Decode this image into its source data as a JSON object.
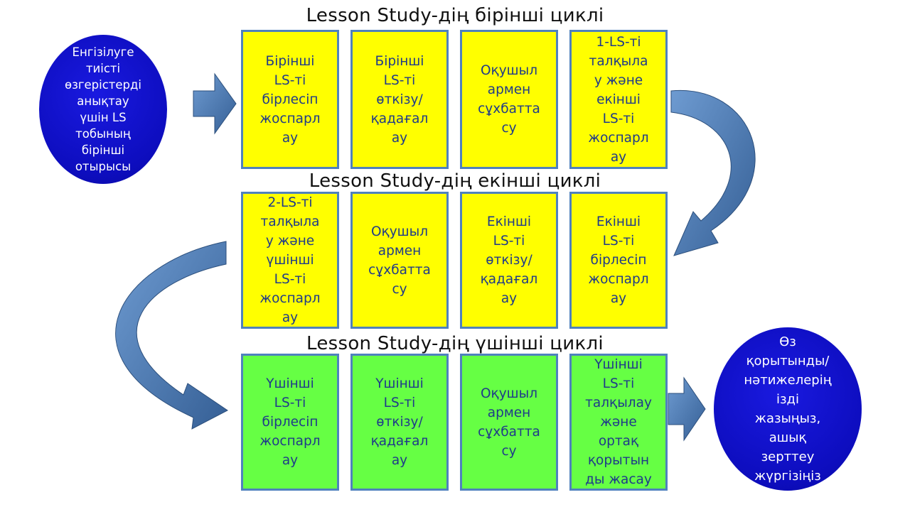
{
  "cycles": [
    {
      "title": "Lesson Study-дің бірінші циклі",
      "boxes": [
        "Бірінші\nLS-ті\nбірлесіп\nжоспарл\nау",
        "Бірінші\nLS-ті\nөткізу/\nқадағал\nау",
        "Оқушыл\nармен\nсұхбатта\nсу",
        "1-LS-ті\nталқыла\nу және\nекінші\nLS-ті\nжоспарл\nау"
      ]
    },
    {
      "title": "Lesson Study-дің екінші циклі",
      "boxes": [
        "2-LS-ті\nталқыла\nу және\nүшінші\nLS-ті\nжоспарл\nау",
        "Оқушыл\nармен\nсұхбатта\nсу",
        "Екінші\nLS-ті\nөткізу/\nқадағал\nау",
        "Екінші\nLS-ті\nбірлесіп\nжоспарл\nау"
      ]
    },
    {
      "title": "Lesson Study-дің үшінші циклі",
      "boxes": [
        "Үшінші\nLS-ті\nбірлесіп\nжоспарл\nау",
        "Үшінші\nLS-ті\nөткізу/\nқадағал\nау",
        "Оқушыл\nармен\nсұхбатта\nсу",
        "Үшінші\nLS-ті\nталқылау\nжәне\nортақ\nқорытын\nды жасау"
      ]
    }
  ],
  "start_circle": "Енгізілуге\nтиісті\nөзгерістерді\nанықтау\nүшін LS\nтобының\nбірінші\nотырысы",
  "end_circle": "Өз\nқорытынды/\nнәтижелерің\nізді\nжазыңыз,\nашық\nзерттеу\nжүргізіңіз",
  "colors": {
    "cycle_1_2_fill": "#ffff00",
    "cycle_3_fill": "#66ff44",
    "box_border": "#4f81bd",
    "box_text": "#1f3a8a",
    "circle_fill": "#0d0dbe",
    "arrow_fill": "#4f81bd"
  }
}
